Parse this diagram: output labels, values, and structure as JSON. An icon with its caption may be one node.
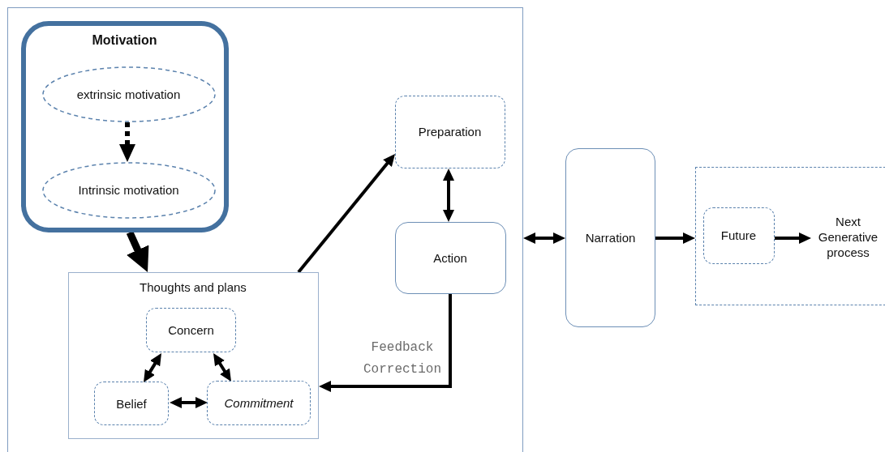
{
  "diagram": {
    "nodes": [
      {
        "text": [],
        "shape": "box"
      },
      {
        "text": [
          "Motivation"
        ],
        "in": 0
      },
      {
        "text": [
          "extrinsic motivation"
        ],
        "in": 1
      },
      {
        "text": [
          "Intrinsic motivation"
        ],
        "in": 1
      },
      {
        "text": [
          "Thoughts and plans"
        ],
        "in": 0
      },
      {
        "text": [
          "Concern"
        ],
        "in": 4
      },
      {
        "text": [
          "Belief"
        ],
        "in": 4
      },
      {
        "text": [
          "Commitment"
        ],
        "in": 4
      },
      {
        "text": [
          "Preparation"
        ],
        "in": 0
      },
      {
        "text": [
          "Action"
        ],
        "in": 0
      },
      {
        "text": [
          "Narration"
        ]
      },
      {
        "text": [],
        "shape": "box"
      },
      {
        "text": [
          "Future"
        ],
        "in": 11
      },
      {
        "text": [
          "Next Generative process"
        ],
        "in": 11
      }
    ],
    "edges": [
      {
        "from": 2,
        "to": 3,
        "arrow": "to",
        "style": "dashed"
      },
      {
        "from": 1,
        "to": 4,
        "arrow": "to",
        "style": "thick"
      },
      {
        "from": 4,
        "to": 8,
        "arrow": "to"
      },
      {
        "from": 8,
        "to": 9,
        "arrow": "both"
      },
      {
        "from": 5,
        "to": 6,
        "arrow": "both"
      },
      {
        "from": 5,
        "to": 7,
        "arrow": "both"
      },
      {
        "from": 6,
        "to": 7,
        "arrow": "both"
      },
      {
        "from": 9,
        "to": 4,
        "arrow": "to",
        "label": "Feedback Correction"
      },
      {
        "from": 0,
        "to": 10,
        "arrow": "both"
      },
      {
        "from": 10,
        "to": 11,
        "arrow": "to"
      },
      {
        "from": 12,
        "to": 13,
        "arrow": "to"
      }
    ]
  }
}
